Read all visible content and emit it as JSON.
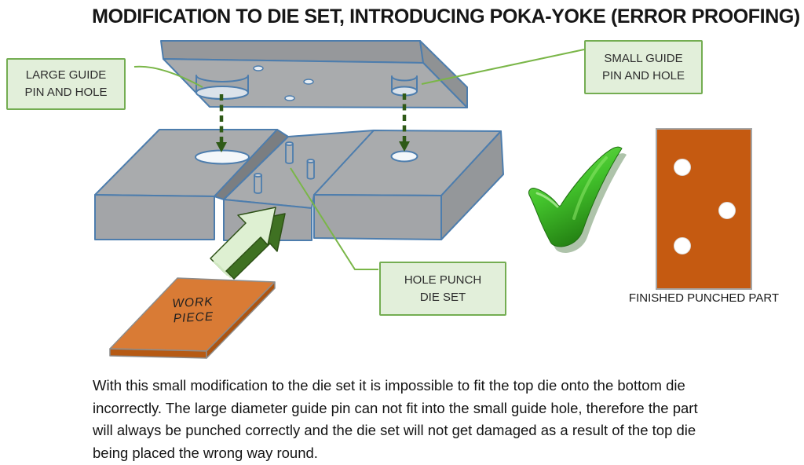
{
  "title": "MODIFICATION TO DIE SET, INTRODUCING POKA-YOKE (ERROR PROOFING)",
  "labels": {
    "large_guide": "LARGE GUIDE\nPIN AND HOLE",
    "small_guide": "SMALL GUIDE\nPIN AND HOLE",
    "hole_punch": "HOLE PUNCH\nDIE SET",
    "work_piece": "WORK\nPIECE",
    "finished_part": "FINISHED PUNCHED PART"
  },
  "body_text": {
    "lines": [
      "With this small modification to the die set it is impossible to fit the top die onto the bottom die",
      "incorrectly. The large diameter guide pin can not fit into the small guide hole, therefore the part",
      "will always be punched correctly and the die set will not get damaged as a result of the top die",
      "being placed the wrong way round."
    ]
  },
  "colors": {
    "callout_fill": "#e2efda",
    "callout_border": "#74ad52",
    "leader_green": "#7ab648",
    "dashed_arrow_green": "#2f5a17",
    "metal_gray": "#a9abad",
    "outline_blue": "#4d7dad",
    "work_piece_orange": "#d97b35",
    "finished_part_orange": "#c55a11",
    "check_green": "#3fae29"
  }
}
